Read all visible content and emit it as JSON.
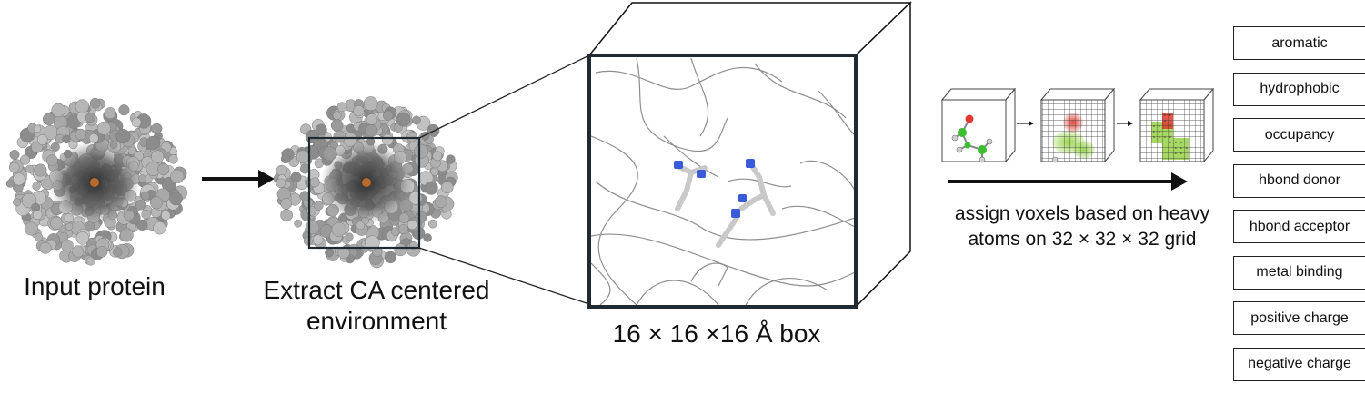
{
  "captions": {
    "input": "Input protein",
    "extract": "Extract CA centered environment",
    "box": "16 × 16 ×16 Å box",
    "voxel": "assign voxels based on heavy atoms on 32 × 32 × 32 grid"
  },
  "channels": [
    {
      "label": "aromatic"
    },
    {
      "label": "hydrophobic"
    },
    {
      "label": "occupancy"
    },
    {
      "label": "hbond donor"
    },
    {
      "label": "hbond acceptor"
    },
    {
      "label": "metal binding"
    },
    {
      "label": "positive charge"
    },
    {
      "label": "negative charge"
    }
  ],
  "colors": {
    "protein_surface": "#b4b4b4",
    "protein_shadow": "#4a4a4a",
    "active_site": "#b86a2a",
    "nitrogen": "#3a5bd9",
    "oxygen": "#e0392e",
    "carbon_green": "#3bbf2f",
    "voxel_green": "#9ad24a",
    "outline": "#222222"
  }
}
